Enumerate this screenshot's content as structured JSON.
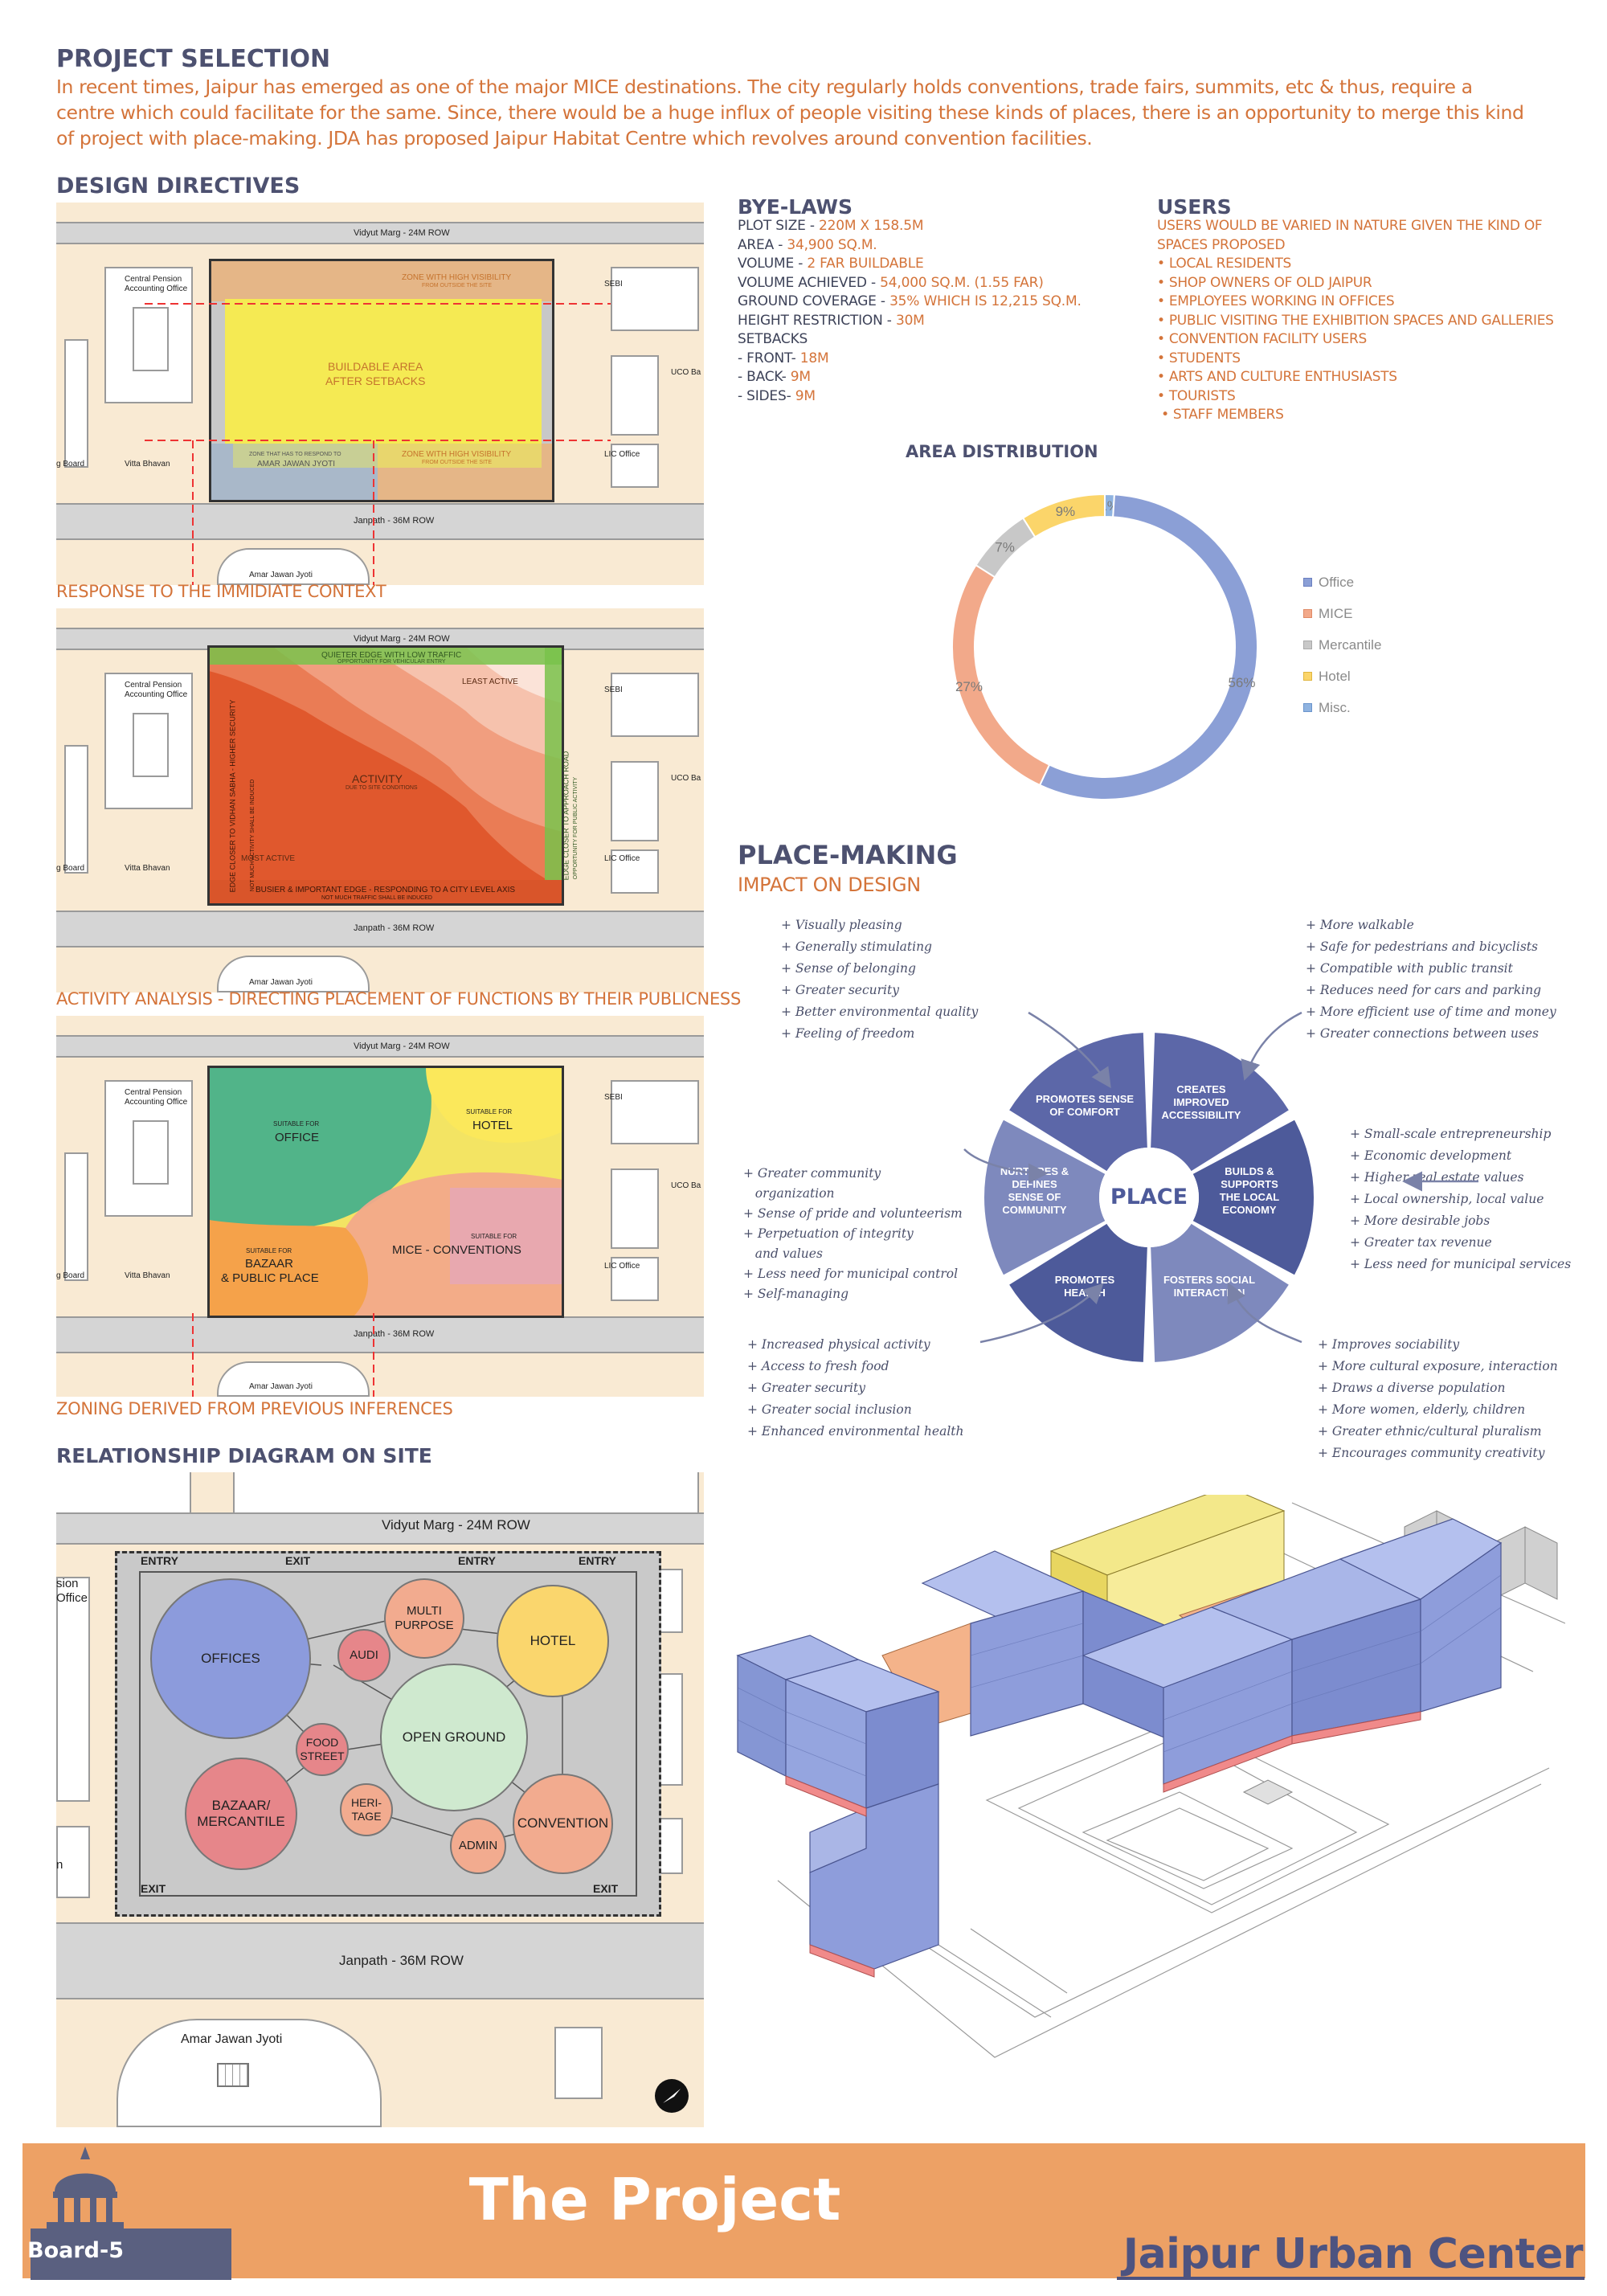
{
  "project_selection": {
    "title": "PROJECT SELECTION",
    "text": "In recent times, Jaipur has emerged as one of the major MICE destinations. The city regularly holds conventions, trade fairs, summits, etc & thus, require a centre which could facilitate for the same. Since, there would be a huge influx of people visiting these kinds of places, there is an opportunity to merge this kind of project with place-making. JDA has proposed Jaipur Habitat Centre which revolves around convention facilities."
  },
  "design_directives": {
    "title": "DESIGN DIRECTIVES",
    "map_labels": {
      "road_top": "Vidyut Marg - 24M ROW",
      "road_bottom": "Janpath - 36M ROW",
      "central_pension": "Central Pension Accounting Office",
      "sebi": "SEBI",
      "uco": "UCO Ba",
      "lic": "LIC Office",
      "board": "g Board",
      "vitta": "Vitta  Bhavan",
      "amar": "Amar Jawan Jyoti"
    },
    "map1": {
      "zone_top": "ZONE WITH HIGH VISIBILITY",
      "zone_top_sub": "FROM OUTSIDE THE SITE",
      "buildable": "BUILDABLE AREA",
      "buildable2": "AFTER SETBACKS",
      "respond": "ZONE THAT HAS TO RESPOND TO",
      "respond2": "AMAR JAWAN JYOTI",
      "zone_bottom": "ZONE WITH HIGH VISIBILITY",
      "zone_bottom_sub": "FROM OUTSIDE THE SITE",
      "caption": "RESPONSE TO THE IMMIDIATE CONTEXT"
    },
    "map2": {
      "quieter": "QUIETER EDGE WITH LOW TRAFFIC",
      "quieter_sub": "OPPORTUNITY FOR VEHICULAR ENTRY",
      "least": "LEAST ACTIVE",
      "activity": "ACTIVITY",
      "activity_sub": "DUE TO SITE CONDITIONS",
      "most": "MOST ACTIVE",
      "busier": "BUSIER & IMPORTANT EDGE - RESPONDING TO A CITY LEVEL AXIS",
      "busier_sub": "NOT MUCH TRAFFIC SHALL BE INDUCED",
      "left_edge": "EDGE CLOSER TO VIDHAN SABHA - HIGHER SECURITY",
      "left_edge_sub": "NOT MUCH ACTIVITY SHALL BE INDUCED",
      "right_edge": "EDGE CLOSER TO APPROACH ROAD",
      "right_edge_sub": "OPPORTUNITY FOR PUBLIC ACTIVITY",
      "caption": "ACTIVITY ANALYSIS - DIRECTING PLACEMENT OF FUNCTIONS BY THEIR PUBLICNESS"
    },
    "map3": {
      "office_pre": "SUITABLE FOR",
      "office": "OFFICE",
      "hotel_pre": "SUITABLE FOR",
      "hotel": "HOTEL",
      "bazaar_pre": "SUITABLE FOR",
      "bazaar": "BAZAAR",
      "bazaar2": "& PUBLIC PLACE",
      "mice_pre": "SUITABLE FOR",
      "mice": "MICE - CONVENTIONS",
      "caption": "ZONING DERIVED FROM PREVIOUS INFERENCES"
    }
  },
  "relationship": {
    "title": "RELATIONSHIP DIAGRAM ON SITE",
    "road_top": "Vidyut Marg - 24M ROW",
    "road_bottom": "Janpath - 36M ROW",
    "amar": "Amar Jawan Jyoti",
    "left_label": "sion\nOffice",
    "left_label2": "n",
    "entry": "ENTRY",
    "exit": "EXIT",
    "nodes": {
      "offices": "OFFICES",
      "multi": "MULTI\nPURPOSE",
      "hotel": "HOTEL",
      "audi": "AUDI",
      "open": "OPEN GROUND",
      "food": "FOOD\nSTREET",
      "bazaar": "BAZAAR/\nMERCANTILE",
      "heritage": "HERI-\nTAGE",
      "admin": "ADMIN",
      "convention": "CONVENTION"
    }
  },
  "byelaws": {
    "title": "BYE-LAWS",
    "lines": [
      {
        "label": "PLOT SIZE - ",
        "value": "220M X 158.5M"
      },
      {
        "label": "AREA - ",
        "value": "34,900 SQ.M."
      },
      {
        "label": "VOLUME - ",
        "value": "2 FAR BUILDABLE"
      },
      {
        "label": "VOLUME ACHIEVED - ",
        "value": "54,000 SQ.M. (1.55 FAR)"
      },
      {
        "label": "GROUND COVERAGE - ",
        "value": "35% WHICH IS 12,215 SQ.M."
      },
      {
        "label": "HEIGHT RESTRICTION - ",
        "value": "30M"
      },
      {
        "label": "SETBACKS",
        "value": ""
      },
      {
        "label": "- FRONT- ",
        "value": "18M"
      },
      {
        "label": "- BACK- ",
        "value": "9M"
      },
      {
        "label": "- SIDES- ",
        "value": "9M"
      }
    ]
  },
  "users": {
    "title": "USERS",
    "lines": [
      "USERS WOULD BE VARIED IN NATURE GIVEN THE KIND OF",
      "SPACES PROPOSED",
      "• LOCAL RESIDENTS",
      "• SHOP OWNERS OF OLD JAIPUR",
      "• EMPLOYEES WORKING IN OFFICES",
      "• PUBLIC VISITING THE EXHIBITION SPACES AND GALLERIES",
      "• CONVENTION FACILITY USERS",
      "• STUDENTS",
      "• ARTS AND CULTURE ENTHUSIASTS",
      "• TOURISTS",
      " • STAFF MEMBERS"
    ]
  },
  "chart_data": {
    "type": "pie",
    "title": "AREA DISTRIBUTION",
    "categories": [
      "Office",
      "MICE",
      "Mercantile",
      "Hotel",
      "Misc."
    ],
    "values": [
      56,
      27,
      7,
      9,
      1
    ],
    "colors": [
      "#8b9fd6",
      "#f2a98a",
      "#c8c8c8",
      "#fbd56a",
      "#8fb3e0"
    ],
    "legend_position": "right"
  },
  "placemaking": {
    "title": "PLACE-MAKING",
    "subtitle": "IMPACT ON DESIGN",
    "center": "PLACE",
    "segments": [
      "PROMOTES SENSE\nOF COMFORT",
      "CREATES\nIMPROVED\nACCESSIBILITY",
      "BUILDS &\nSUPPORTS\nTHE LOCAL\nECONOMY",
      "FOSTERS SOCIAL\nINTERACTION",
      "PROMOTES\nHEALTH",
      "NURTURES &\nDEFINES\nSENSE OF\nCOMMUNITY"
    ],
    "list_tl": [
      "+ Visually pleasing",
      "+ Generally stimulating",
      "+ Sense of belonging",
      "+ Greater security",
      "+ Better environmental quality",
      "+ Feeling of freedom"
    ],
    "list_tr": [
      "+ More walkable",
      "+ Safe for pedestrians and bicyclists",
      "+ Compatible with public transit",
      "+ Reduces need for cars and parking",
      "+ More efficient use of time and money",
      "+ Greater connections between uses"
    ],
    "list_ml": [
      "+ Greater community",
      "   organization",
      "+ Sense of pride and volunteerism",
      "+ Perpetuation of integrity",
      "   and values",
      "+ Less need for municipal control",
      "+ Self-managing"
    ],
    "list_mr": [
      "+ Small-scale entrepreneurship",
      "+ Economic development",
      "+ Higher real estate values",
      "+ Local ownership, local value",
      "+ More desirable jobs",
      "+ Greater tax revenue",
      "+ Less need for municipal services"
    ],
    "list_bl": [
      "+ Increased physical activity",
      "+ Access to fresh food",
      "+ Greater security",
      "+ Greater social inclusion",
      "+ Enhanced environmental health"
    ],
    "list_br": [
      "+ Improves sociability",
      "+ More cultural exposure, interaction",
      "+ Draws a diverse population",
      "+ More women, elderly, children",
      "+ Greater ethnic/cultural pluralism",
      "+ Encourages community creativity"
    ]
  },
  "footer": {
    "title": "The Project",
    "board": "Board-5",
    "project_name": "Jaipur Urban Center"
  }
}
